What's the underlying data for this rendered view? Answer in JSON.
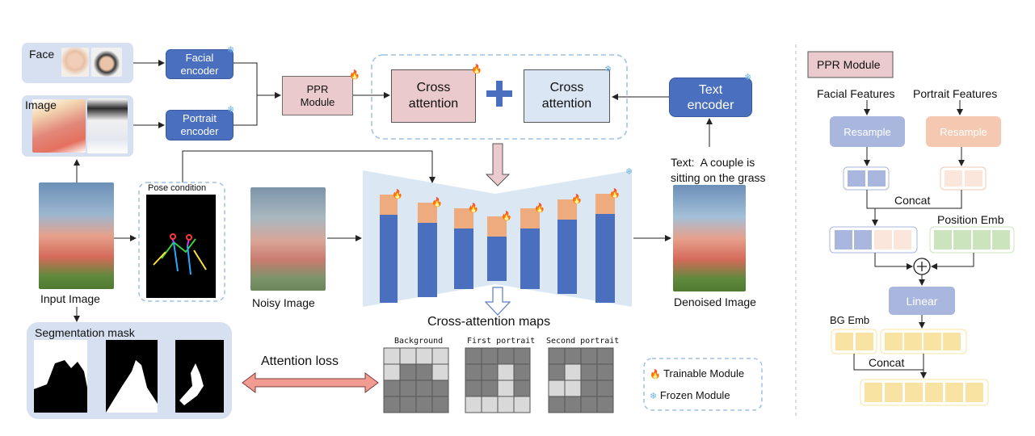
{
  "inputs": {
    "face_label": "Face",
    "image_label": "Image",
    "input_image_label": "Input Image",
    "pose_label": "Pose condition",
    "noisy_label": "Noisy Image",
    "denoised_label": "Denoised Image"
  },
  "encoders": {
    "facial": "Facial\nencoder",
    "portrait": "Portrait\nencoder",
    "text": "Text\nencoder"
  },
  "ppr_module": "PPR\nModule",
  "cross_attention": [
    "Cross\nattention",
    "Cross\nattention"
  ],
  "text_prompt": "Text:  A couple is\nsitting on the grass",
  "cross_attention_maps": {
    "title": "Cross-attention maps",
    "maps": [
      {
        "label": "Background",
        "grid": [
          [
            1,
            1,
            1,
            1
          ],
          [
            1,
            0,
            0,
            1
          ],
          [
            0,
            0,
            0,
            0
          ],
          [
            0,
            0,
            0,
            0
          ]
        ]
      },
      {
        "label": "First portrait",
        "grid": [
          [
            0,
            0,
            0,
            0
          ],
          [
            0,
            0,
            1,
            0
          ],
          [
            0,
            0,
            1,
            0
          ],
          [
            1,
            1,
            1,
            1
          ]
        ]
      },
      {
        "label": "Second portrait",
        "grid": [
          [
            0,
            0,
            0,
            0
          ],
          [
            0,
            1,
            0,
            0
          ],
          [
            1,
            1,
            0,
            0
          ],
          [
            0,
            0,
            0,
            0
          ]
        ]
      }
    ]
  },
  "segmentation_label": "Segmentation mask",
  "attention_loss_label": "Attention loss",
  "legend": {
    "trainable": "Trainable Module",
    "frozen": "Frozen Module"
  },
  "right_panel": {
    "title": "PPR Module",
    "facial_features": "Facial Features",
    "portrait_features": "Portrait Features",
    "resample": "Resample",
    "concat": "Concat",
    "position_emb": "Position Emb",
    "linear": "Linear",
    "bg_emb": "BG Emb"
  },
  "colors": {
    "encoder": "#4a6fbf",
    "ppr": "#ebcacd",
    "cross_attn_frozen": "#dbe6f5",
    "unet_bg": "#dbe8f3",
    "unet_trainable": "#eeab7d",
    "unet_frozen": "#4a6fbf",
    "resample_face": "#a9b7de",
    "resample_portrait": "#f4c8b1",
    "position_emb": "#cbe4be",
    "bg_emb": "#f8e3a3",
    "attention_loss_arrow": "#f29b91"
  }
}
